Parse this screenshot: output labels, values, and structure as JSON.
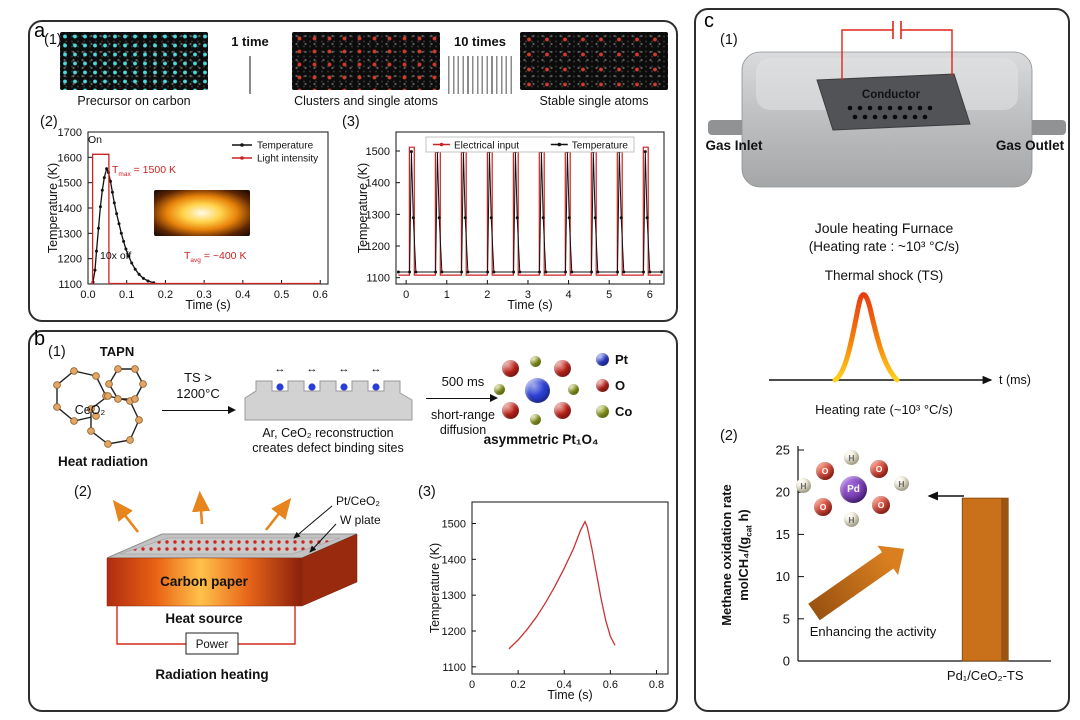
{
  "figure": {
    "panel_a": {
      "label": "a",
      "row1": {
        "num": "(1)",
        "step1_label": "1 time",
        "step2_label": "10 times",
        "caption1": "Precursor on carbon",
        "caption2": "Clusters and single atoms",
        "caption3": "Stable single atoms"
      },
      "chart2_num": "(2)",
      "chart3_num": "(3)",
      "ann": {
        "on": "On",
        "tmax_pre": "T",
        "tmax_sub": "max",
        "tmax_rest": " = 1500 K",
        "off": "10x off",
        "tavg_pre": "T",
        "tavg_sub": "avg",
        "tavg_rest": " = ~400 K"
      }
    },
    "panel_b": {
      "label": "b",
      "row1_num": "(1)",
      "tapn": "TAPN",
      "ceo2": "CeO₂",
      "heat_radiation": "Heat radiation",
      "ts_line1": "TS >",
      "ts_line2": "1200°C",
      "mid_caption1": "Ar, CeO₂ reconstruction",
      "mid_caption2": "creates defect binding sites",
      "ms500": "500 ms",
      "short_range1": "short-range",
      "short_range2": "diffusion",
      "product": "asymmetric Pt₁O₄",
      "legend": [
        {
          "label": "Pt",
          "color": "#2b3fd4"
        },
        {
          "label": "O",
          "color": "#c4251c"
        },
        {
          "label": "Co",
          "color": "#97a51f"
        }
      ],
      "row2_num": "(2)",
      "pt_ceo2": "Pt/CeO₂",
      "w_plate": "W plate",
      "carbon_paper": "Carbon paper",
      "heat_source": "Heat source",
      "power": "Power",
      "radiation_heating": "Radiation heating",
      "chart3_num": "(3)"
    },
    "panel_c": {
      "label": "c",
      "s1_num": "(1)",
      "conductor": "Conductor",
      "gas_inlet": "Gas Inlet",
      "gas_outlet": "Gas Outlet",
      "furnace_caption1": "Joule heating Furnace",
      "furnace_caption2": "(Heating rate : ~10³ °C/s)",
      "ts_title": "Thermal shock (TS)",
      "t_axis_label": "t (ms)",
      "heating_rate": "Heating rate (~10³ °C/s)",
      "s2_num": "(2)",
      "enhance": "Enhancing the activity",
      "atom_pd": "Pd",
      "atom_o": "O",
      "atom_h": "H"
    },
    "icons": {
      "double_arrow": "↔"
    }
  },
  "chart_data": [
    {
      "id": "a2",
      "type": "line",
      "xlabel": "Time (s)",
      "ylabel": "Temperature (K)",
      "xlim": [
        0,
        0.62
      ],
      "ylim": [
        1100,
        1700
      ],
      "xticks": [
        0,
        0.1,
        0.2,
        0.3,
        0.4,
        0.5,
        0.6
      ],
      "xtick_labels": [
        "0.0",
        "0.1",
        "0.2",
        "0.3",
        "0.4",
        "0.5",
        "0.6"
      ],
      "yticks": [
        1100,
        1200,
        1300,
        1400,
        1500,
        1600,
        1700
      ],
      "legend": "tr",
      "annotations": {
        "tmax_value_K": 1500,
        "tavg_value_K": 400
      },
      "series": [
        {
          "name": "Temperature",
          "color": "#111111",
          "marker": true,
          "points": [
            [
              0.013,
              1108
            ],
            [
              0.018,
              1155
            ],
            [
              0.022,
              1230
            ],
            [
              0.027,
              1320
            ],
            [
              0.032,
              1405
            ],
            [
              0.037,
              1470
            ],
            [
              0.042,
              1520
            ],
            [
              0.048,
              1555
            ],
            [
              0.053,
              1540
            ],
            [
              0.058,
              1505
            ],
            [
              0.063,
              1462
            ],
            [
              0.068,
              1420
            ],
            [
              0.074,
              1378
            ],
            [
              0.08,
              1338
            ],
            [
              0.086,
              1300
            ],
            [
              0.092,
              1268
            ],
            [
              0.098,
              1238
            ],
            [
              0.105,
              1210
            ],
            [
              0.113,
              1183
            ],
            [
              0.122,
              1158
            ],
            [
              0.132,
              1138
            ],
            [
              0.143,
              1122
            ],
            [
              0.155,
              1112
            ],
            [
              0.17,
              1105
            ]
          ]
        },
        {
          "name": "Light intensity",
          "color": "#cc2222",
          "marker": false,
          "points": [
            [
              0.006,
              1102
            ],
            [
              0.012,
              1102
            ],
            [
              0.012,
              1612
            ],
            [
              0.054,
              1612
            ],
            [
              0.054,
              1102
            ],
            [
              0.6,
              1102
            ]
          ]
        }
      ]
    },
    {
      "id": "a3",
      "type": "pulse",
      "xlabel": "Time (s)",
      "ylabel": "Temperature (K)",
      "xlim": [
        -0.25,
        6.35
      ],
      "ylim": [
        1080,
        1560
      ],
      "xticks": [
        0,
        1,
        2,
        3,
        4,
        5,
        6
      ],
      "xtick_labels": [
        "0",
        "1",
        "2",
        "3",
        "4",
        "5",
        "6"
      ],
      "yticks": [
        1100,
        1200,
        1300,
        1400,
        1500
      ],
      "legend": "tc",
      "pulse_starts": [
        0.08,
        0.72,
        1.36,
        2.0,
        2.64,
        3.28,
        3.92,
        4.56,
        5.2,
        5.84
      ],
      "pulse_width": 0.12,
      "electrical": {
        "name": "Electrical input",
        "color": "#cc2222",
        "base": 1108,
        "top": 1512
      },
      "temperature": {
        "name": "Temperature",
        "color": "#111111",
        "base": 1118,
        "peak": 1498
      }
    },
    {
      "id": "b3",
      "type": "line",
      "xlabel": "Time (s)",
      "ylabel": "Temperature (K)",
      "xlim": [
        0,
        0.85
      ],
      "ylim": [
        1080,
        1560
      ],
      "xticks": [
        0,
        0.2,
        0.4,
        0.6,
        0.8
      ],
      "xtick_labels": [
        "0",
        "0.2",
        "0.4",
        "0.6",
        "0.8"
      ],
      "yticks": [
        1100,
        1200,
        1300,
        1400,
        1500
      ],
      "legend": null,
      "series": [
        {
          "name": "Temperature",
          "color": "#cc3333",
          "marker": false,
          "points": [
            [
              0.16,
              1150
            ],
            [
              0.2,
              1175
            ],
            [
              0.24,
              1205
            ],
            [
              0.28,
              1240
            ],
            [
              0.32,
              1280
            ],
            [
              0.36,
              1325
            ],
            [
              0.4,
              1375
            ],
            [
              0.44,
              1430
            ],
            [
              0.47,
              1480
            ],
            [
              0.49,
              1505
            ],
            [
              0.5,
              1490
            ],
            [
              0.52,
              1430
            ],
            [
              0.54,
              1360
            ],
            [
              0.56,
              1290
            ],
            [
              0.58,
              1230
            ],
            [
              0.6,
              1185
            ],
            [
              0.62,
              1160
            ]
          ]
        }
      ]
    },
    {
      "id": "c2",
      "type": "bar",
      "ylabel_line1": "Methane oxidation rate",
      "ylabel_line2_pre": "molCH₄/(g",
      "ylabel_line2_sub": "cat",
      "ylabel_line2_rest": " h)",
      "ylim": [
        0,
        25
      ],
      "yticks": [
        0,
        5,
        10,
        15,
        20,
        25
      ],
      "categories": [
        "Pd₁/CeO₂-TS"
      ],
      "values": [
        19.3
      ],
      "bar_color": "#c9711a",
      "bar_edge": "#7a4410",
      "bar_dark": "#9a5510"
    }
  ]
}
